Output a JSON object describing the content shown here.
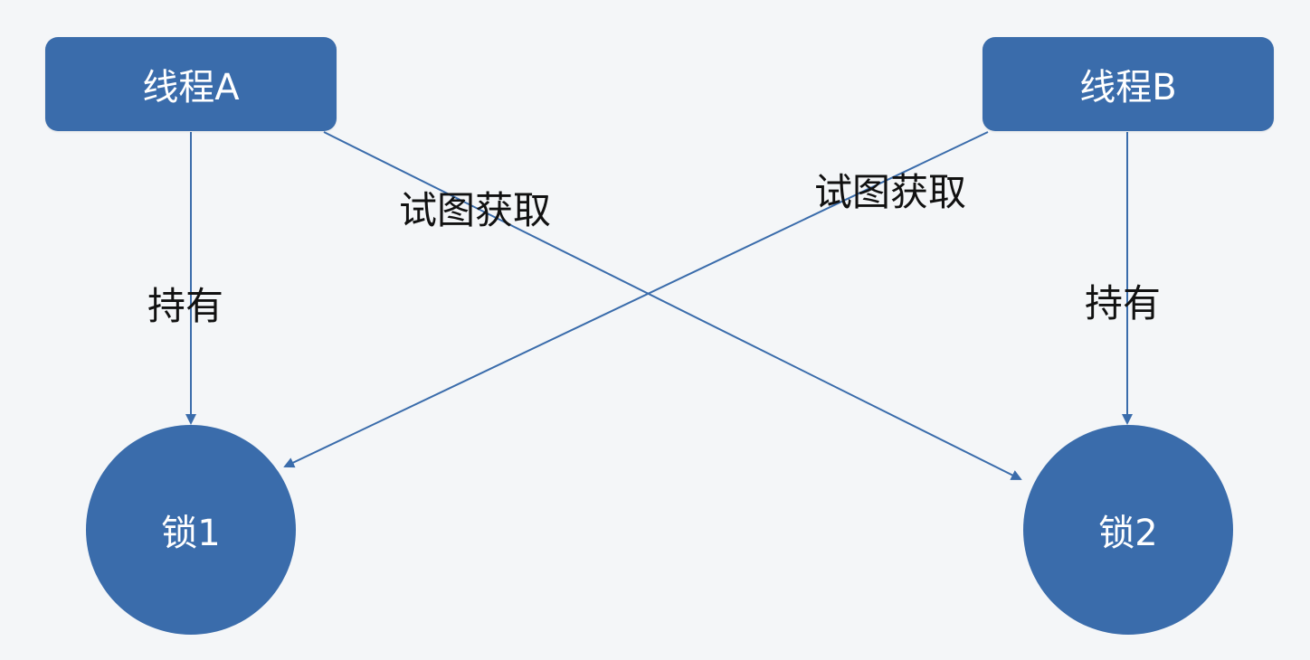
{
  "colors": {
    "background": "#f4f6f8",
    "node_fill": "#3a6cab",
    "node_text": "#ffffff",
    "edge": "#3a6cab",
    "label_text": "#111111"
  },
  "nodes": {
    "thread_a": "线程A",
    "thread_b": "线程B",
    "lock_1": "锁1",
    "lock_2": "锁2"
  },
  "edges": {
    "a_holds_lock1": "持有",
    "a_tries_lock2": "试图获取",
    "b_tries_lock1": "试图获取",
    "b_holds_lock2": "持有"
  }
}
